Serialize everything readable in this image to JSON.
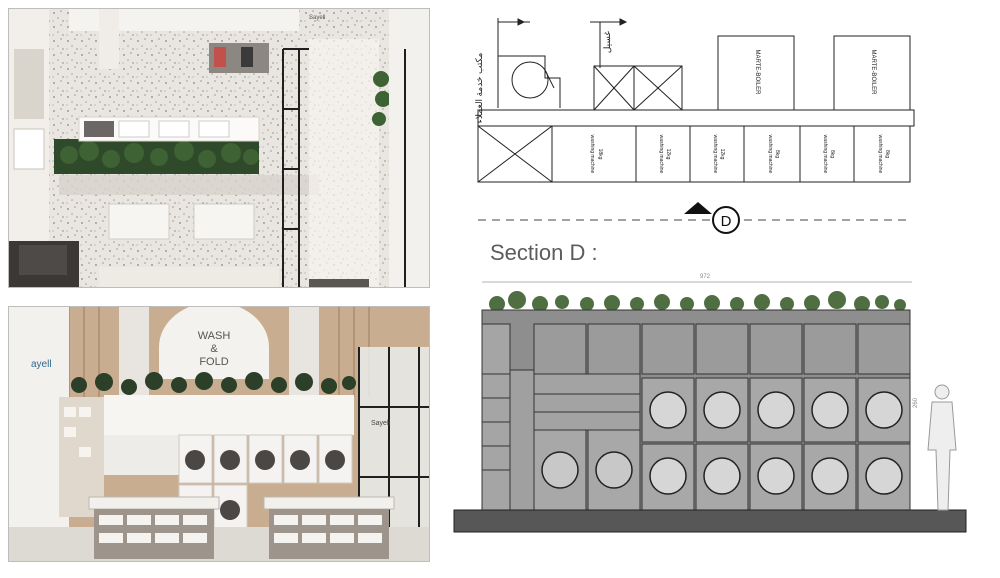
{
  "renders": {
    "top": {
      "brand_sign": "Sayell"
    },
    "bottom": {
      "sign_line1": "WASH",
      "sign_line2": "&",
      "sign_line3": "FOLD",
      "brand_logo": "ayell",
      "door_logo": "Sayell"
    }
  },
  "plan": {
    "boilers": [
      "MARTE-BOILER",
      "MARTE-BOILER"
    ],
    "machines": [
      {
        "label": "washing machine",
        "capacity": "18kg"
      },
      {
        "label": "washing machine",
        "capacity": "12kg"
      },
      {
        "label": "washing machine",
        "capacity": "12kg"
      },
      {
        "label": "washing machine",
        "capacity": "8kg"
      },
      {
        "label": "washing machine",
        "capacity": "8kg"
      },
      {
        "label": "washing machine",
        "capacity": "8kg"
      }
    ],
    "arabic_left": "مكتب خدمة العملاء",
    "arabic_right": "غسيل",
    "section_marker": "D"
  },
  "section": {
    "title": "Section D :",
    "width_dim": "972",
    "height_dim": "260"
  }
}
